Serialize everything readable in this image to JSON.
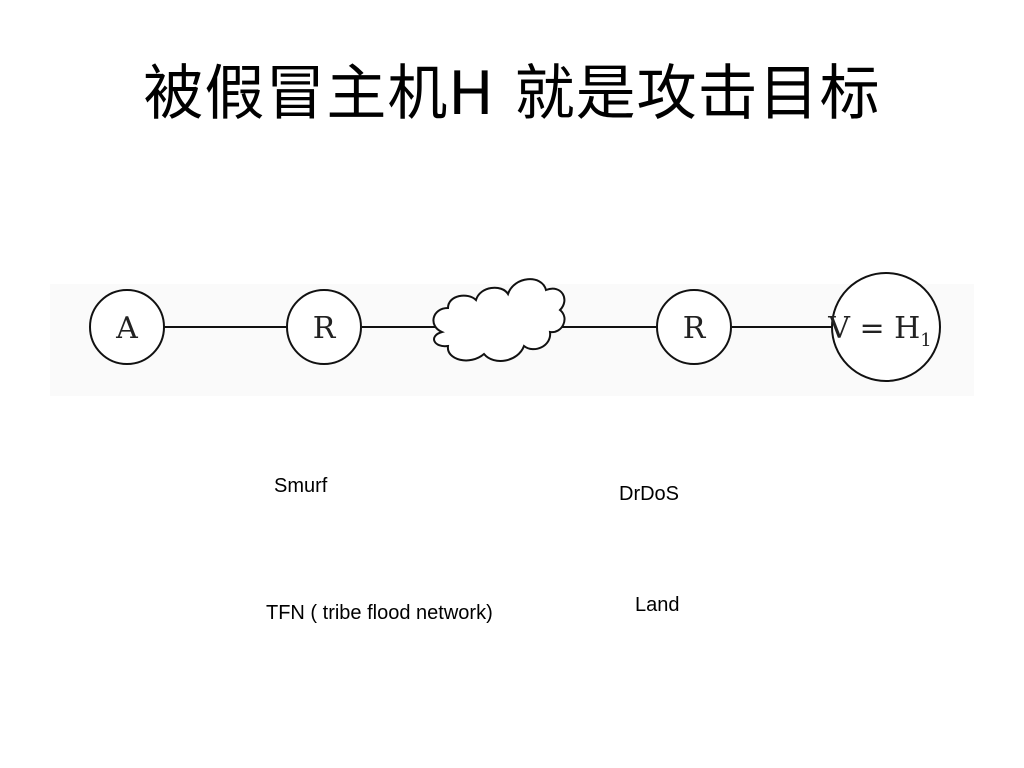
{
  "title": "被假冒主机H 就是攻击目标",
  "diagram": {
    "nodes": [
      {
        "id": "a",
        "label": "A"
      },
      {
        "id": "r1",
        "label": "R"
      },
      {
        "id": "r2",
        "label": "R"
      },
      {
        "id": "v",
        "label": "V = H",
        "subscript": "1"
      }
    ]
  },
  "labels": {
    "smurf": "Smurf",
    "drdos": "DrDoS",
    "tfn": "TFN ( tribe flood network)",
    "land": "Land"
  }
}
